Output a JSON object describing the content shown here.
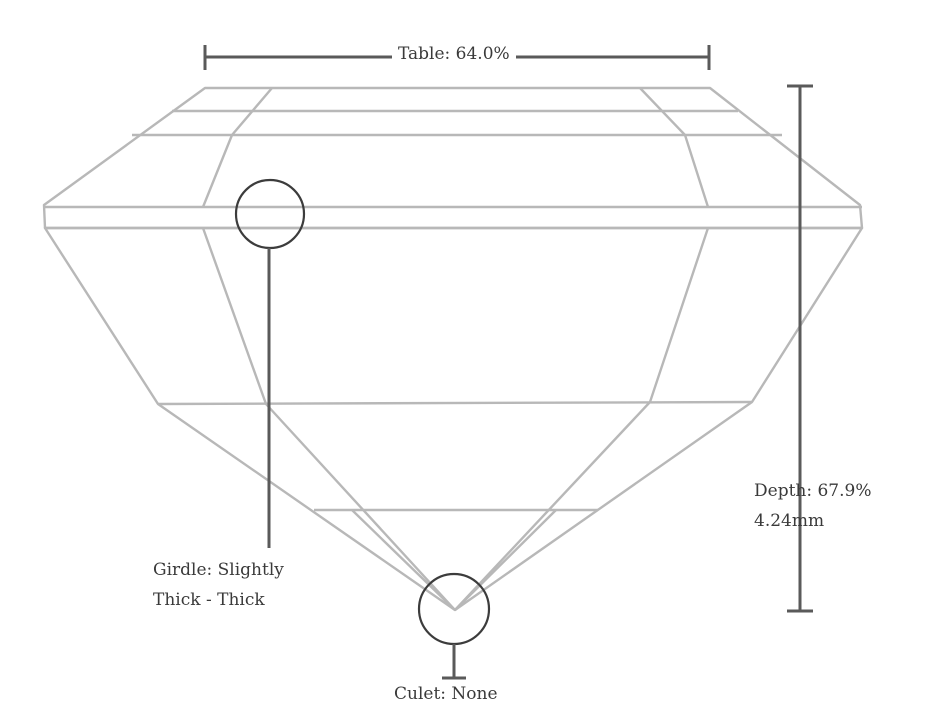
{
  "labels": {
    "table": "Table: 64.0%",
    "depth_percent": "Depth: 67.9%",
    "depth_mm": "4.24mm",
    "girdle_line1": "Girdle: Slightly",
    "girdle_line2": "Thick - Thick",
    "culet": "Culet: None"
  },
  "colors": {
    "facet_lines": "#b8b8b8",
    "measure_lines": "#5a5a5a",
    "text": "#3a3a3a"
  }
}
